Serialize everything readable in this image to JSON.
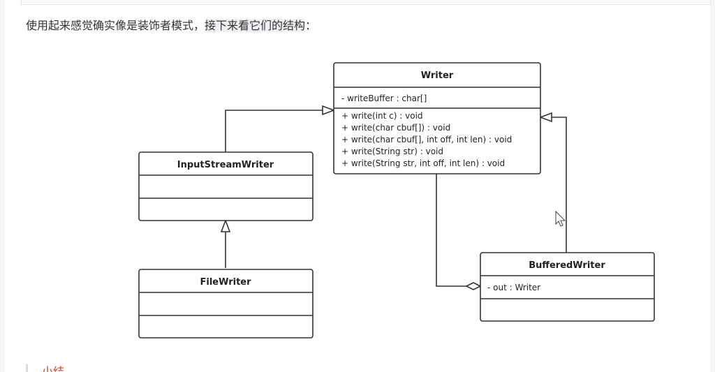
{
  "intro": {
    "text_before": "使用起来感觉确实像是装饰者模式，",
    "text_highlight": "接下来看它们的结构",
    "text_after": "："
  },
  "diagram": {
    "writer": {
      "name": "Writer",
      "attributes": [
        "- writeBuffer : char[]"
      ],
      "methods": [
        "+ write(int c) : void",
        "+ write(char cbuf[]) : void",
        "+ write(char cbuf[], int off, int len) : void",
        "+ write(String str) : void",
        "+ write(String str, int off, int len) : void"
      ]
    },
    "input_stream_writer": {
      "name": "InputStreamWriter"
    },
    "file_writer": {
      "name": "FileWriter"
    },
    "buffered_writer": {
      "name": "BufferedWriter",
      "attributes": [
        "- out :  Writer"
      ]
    }
  },
  "footer": {
    "heading": "小结"
  }
}
